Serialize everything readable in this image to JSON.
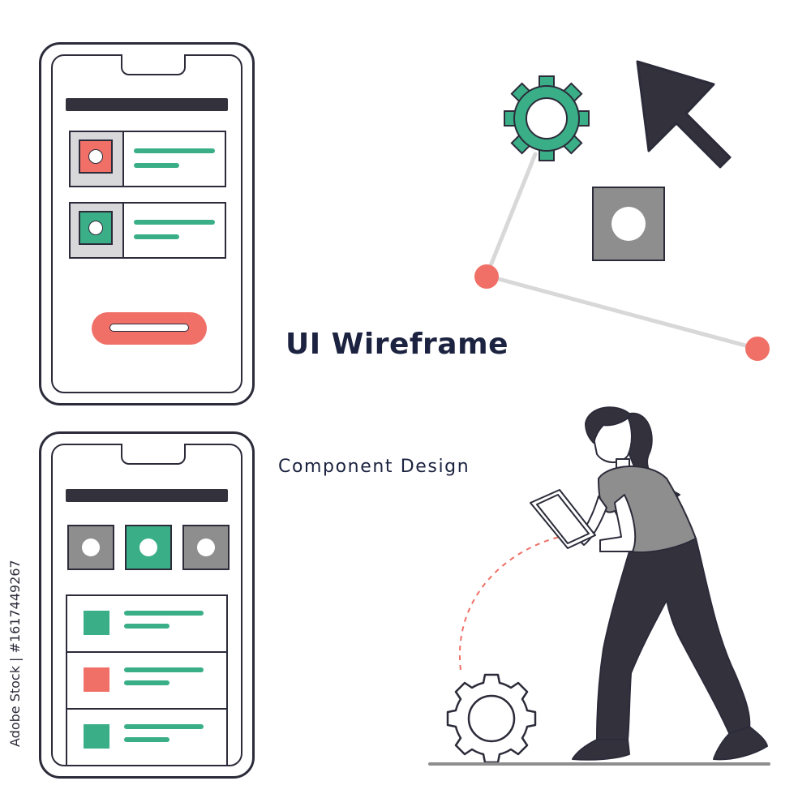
{
  "title": "UI Wireframe",
  "subtitle": "Component Design",
  "credit": "Adobe Stock | #1617449267",
  "colors": {
    "ink": "#2b2b3a",
    "green": "#3aaf87",
    "coral": "#f07067",
    "gray": "#8e8e8e",
    "dark": "#33323c"
  },
  "phone_top": {
    "cards": [
      {
        "thumb_color": "coral",
        "icon": "image-placeholder-icon"
      },
      {
        "thumb_color": "green",
        "icon": "image-placeholder-icon"
      }
    ],
    "button_color": "coral"
  },
  "phone_bottom": {
    "tiles": [
      "gray",
      "green",
      "gray"
    ],
    "list_rows": [
      "green",
      "coral",
      "green"
    ]
  },
  "illustration": {
    "icons": [
      "gear-icon",
      "cursor-arrow-icon",
      "image-placeholder-icon",
      "gear-outline-icon",
      "connector-node-icon",
      "woman-holding-tablet-figure"
    ]
  }
}
